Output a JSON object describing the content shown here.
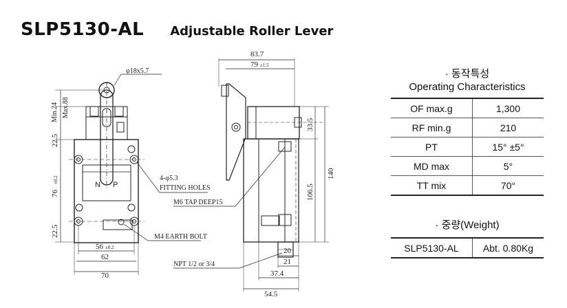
{
  "header": {
    "model": "SLP5130-AL",
    "subtitle": "Adjustable Roller Lever"
  },
  "front_view": {
    "roller_label": "φ18x5.7",
    "min_label": "Min.24",
    "max_label": "Max.88",
    "dim_top": "22.5",
    "dim_mid": "76",
    "dim_mid_tol": "±0.2",
    "dim_bottom": "22.5",
    "np_n": "N",
    "np_p": "P",
    "holes_line1": "4-φ5.3",
    "holes_line2": "FITTING HOLES",
    "earth_label": "M4 EARTH BOLT",
    "w56": "56",
    "w56_tol": "±0.2",
    "w62": "62",
    "w70": "70"
  },
  "side_view": {
    "w83": "83.7",
    "w79": "79",
    "w79_tol": "±1.5",
    "h33": "33.5",
    "h140": "140",
    "h106": "106.5",
    "tap_label": "M6 TAP DEEP15",
    "npt_label": "NPT 1/2 or 3/4",
    "b20": "20",
    "b21": "21",
    "b37": "37.4",
    "b54": "54.5"
  },
  "characteristics": {
    "title_ko": "· 동작특성",
    "title_en": "Operating Characteristics",
    "rows": [
      {
        "label": "OF max.g",
        "value": "1,300"
      },
      {
        "label": "RF min.g",
        "value": "210"
      },
      {
        "label": "PT",
        "value": "15°  ±5°"
      },
      {
        "label": "MD max",
        "value": "5°"
      },
      {
        "label": "TT mix",
        "value": "70°"
      }
    ]
  },
  "weight": {
    "title": "· 중량(Weight)",
    "rows": [
      {
        "label": "SLP5130-AL",
        "value": "Abt. 0.80Kg"
      }
    ]
  }
}
